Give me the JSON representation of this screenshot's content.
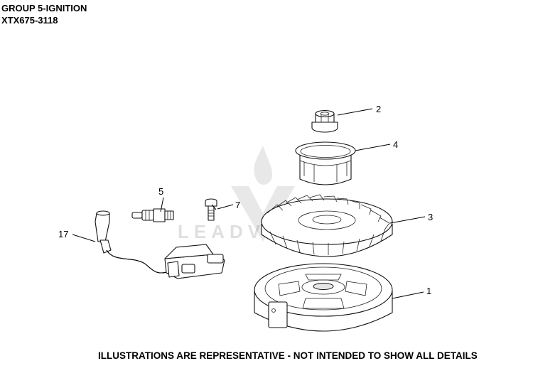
{
  "header": {
    "group": "GROUP 5-IGNITION",
    "model": "XTX675-3118"
  },
  "watermark": {
    "text": "LEADVENTURE"
  },
  "callouts": [
    {
      "id": "c1",
      "label": "1"
    },
    {
      "id": "c2",
      "label": "2"
    },
    {
      "id": "c3",
      "label": "3"
    },
    {
      "id": "c4",
      "label": "4"
    },
    {
      "id": "c5",
      "label": "5"
    },
    {
      "id": "c7",
      "label": "7"
    },
    {
      "id": "c17",
      "label": "17"
    }
  ],
  "footer": {
    "disclaimer": "ILLUSTRATIONS ARE REPRESENTATIVE - NOT INTENDED TO SHOW ALL DETAILS"
  }
}
